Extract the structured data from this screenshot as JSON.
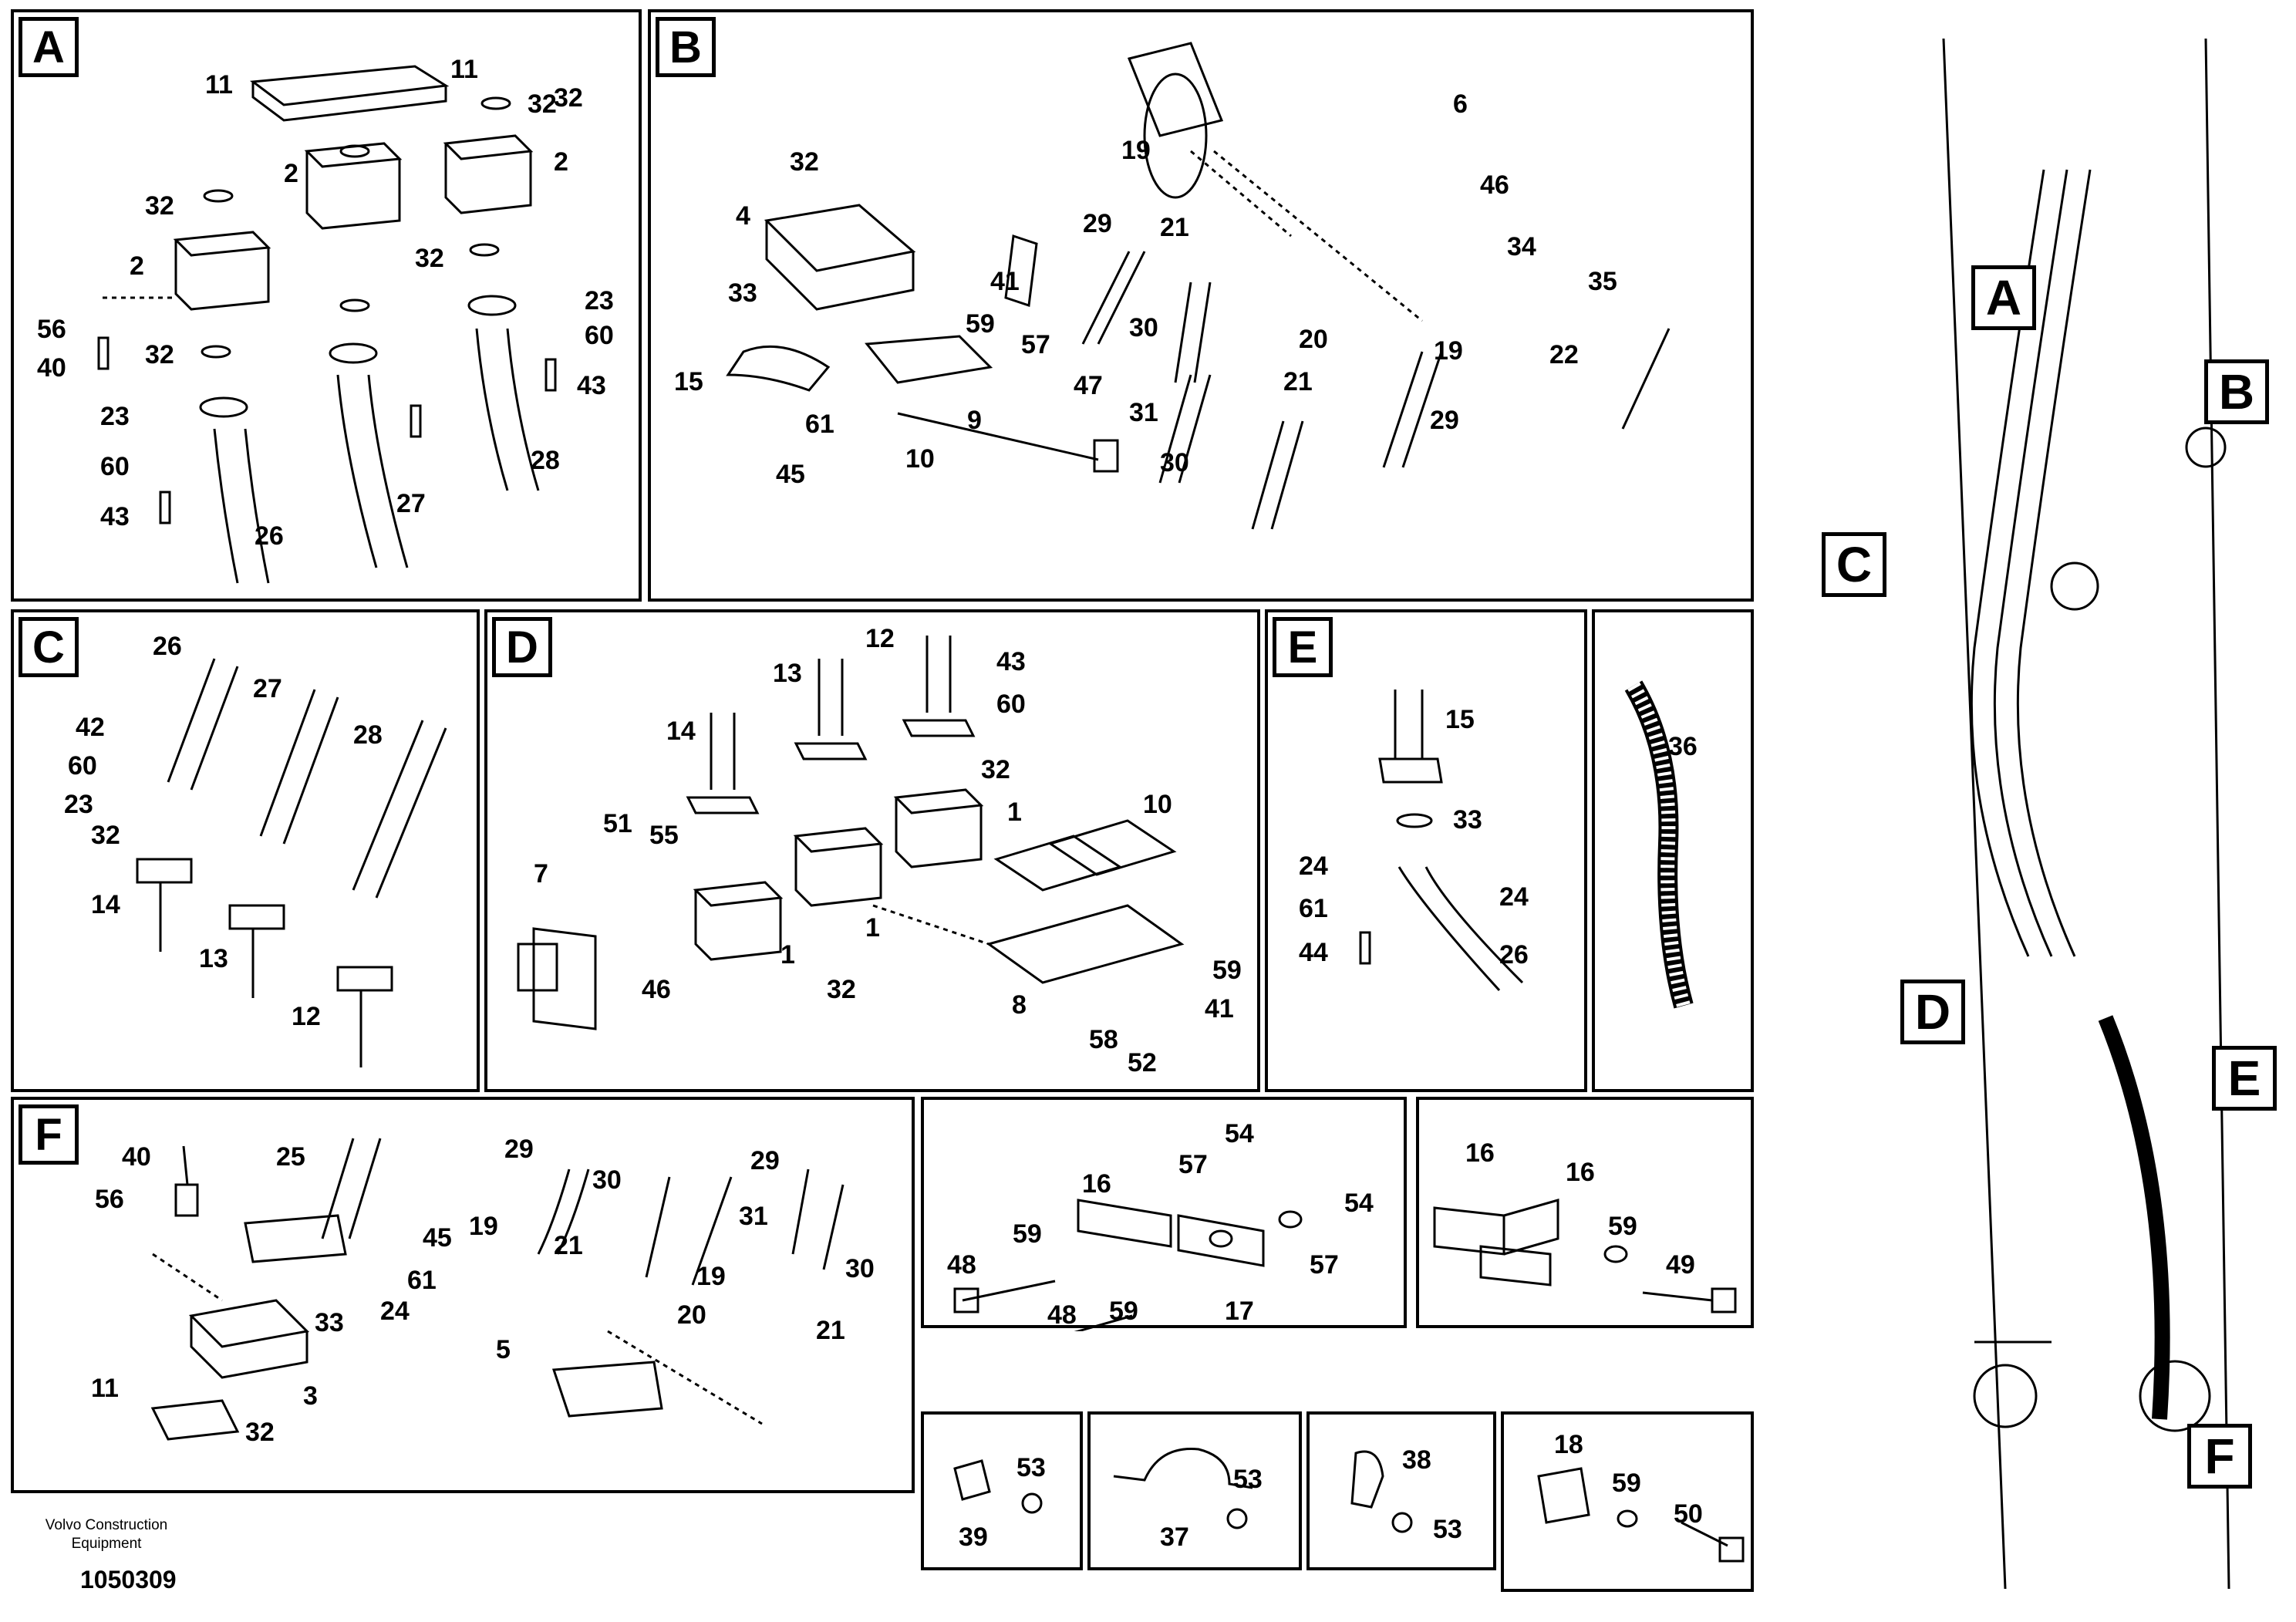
{
  "panels": {
    "A": {
      "letter": "A",
      "labels": [
        "11",
        "11",
        "32",
        "2",
        "2",
        "32",
        "2",
        "32",
        "56",
        "40",
        "23",
        "60",
        "43",
        "26",
        "27",
        "28",
        "43",
        "23",
        "60",
        "32",
        "32"
      ]
    },
    "B": {
      "letter": "B",
      "labels": [
        "32",
        "4",
        "33",
        "15",
        "61",
        "45",
        "41",
        "59",
        "57",
        "9",
        "10",
        "47",
        "19",
        "29",
        "21",
        "30",
        "31",
        "30",
        "6",
        "46",
        "20",
        "21",
        "19",
        "29",
        "34",
        "35",
        "22"
      ]
    },
    "C": {
      "letter": "C",
      "labels": [
        "26",
        "27",
        "28",
        "42",
        "60",
        "23",
        "32",
        "14",
        "13",
        "12"
      ]
    },
    "D": {
      "letter": "D",
      "labels": [
        "12",
        "43",
        "60",
        "13",
        "14",
        "32",
        "1",
        "10",
        "51",
        "55",
        "7",
        "46",
        "1",
        "32",
        "1",
        "59",
        "8",
        "41",
        "58",
        "52"
      ]
    },
    "E": {
      "letter": "E",
      "labels": [
        "15",
        "33",
        "24",
        "24",
        "61",
        "44",
        "26"
      ]
    },
    "hose": {
      "labels": [
        "36"
      ]
    },
    "F": {
      "letter": "F",
      "labels": [
        "40",
        "25",
        "56",
        "45",
        "61",
        "24",
        "33",
        "11",
        "32",
        "3",
        "29",
        "30",
        "29",
        "19",
        "31",
        "30",
        "21",
        "19",
        "20",
        "5",
        "21"
      ]
    },
    "G": {
      "labels": [
        "16",
        "54",
        "57",
        "54",
        "59",
        "57",
        "48",
        "17",
        "48",
        "59"
      ]
    },
    "H": {
      "labels": [
        "16",
        "16",
        "59",
        "49"
      ]
    },
    "I": {
      "labels": [
        "53",
        "39"
      ]
    },
    "J": {
      "labels": [
        "53",
        "37"
      ]
    },
    "K": {
      "labels": [
        "38",
        "53"
      ]
    },
    "L": {
      "labels": [
        "18",
        "59",
        "50"
      ]
    }
  },
  "machine_callouts": [
    "A",
    "B",
    "C",
    "D",
    "E",
    "F"
  ],
  "caption": {
    "line1": "Volvo Construction",
    "line2": "Equipment",
    "number": "1050309"
  }
}
